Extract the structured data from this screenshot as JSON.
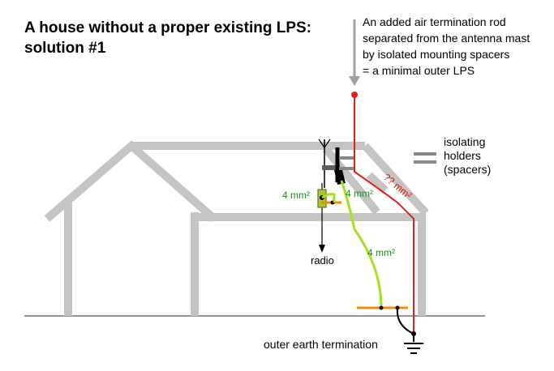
{
  "title": {
    "line1": "A house without a proper existing LPS:",
    "line2": "solution #1"
  },
  "note": {
    "line1": "An added air termination rod",
    "line2": "separated from the antenna mast",
    "line3": "by isolated mounting spacers",
    "line4": "= a minimal outer LPS"
  },
  "legend": {
    "line1": "isolating",
    "line2": "holders",
    "line3": "(spacers)"
  },
  "labels": {
    "conductor_left": "4 mm²",
    "conductor_right": "4 mm²",
    "conductor_long": "4 mm²",
    "down_conductor": "?? mm²",
    "radio": "radio",
    "earth": "outer earth termination"
  },
  "colors": {
    "house": "#c4c4c4",
    "rod": "#e02020",
    "conductor": "#a8e020",
    "bond_bar": "#f08c00",
    "green_text": "#1a8a1a",
    "red_text": "#d01010",
    "arrow": "#a0a0a0"
  }
}
